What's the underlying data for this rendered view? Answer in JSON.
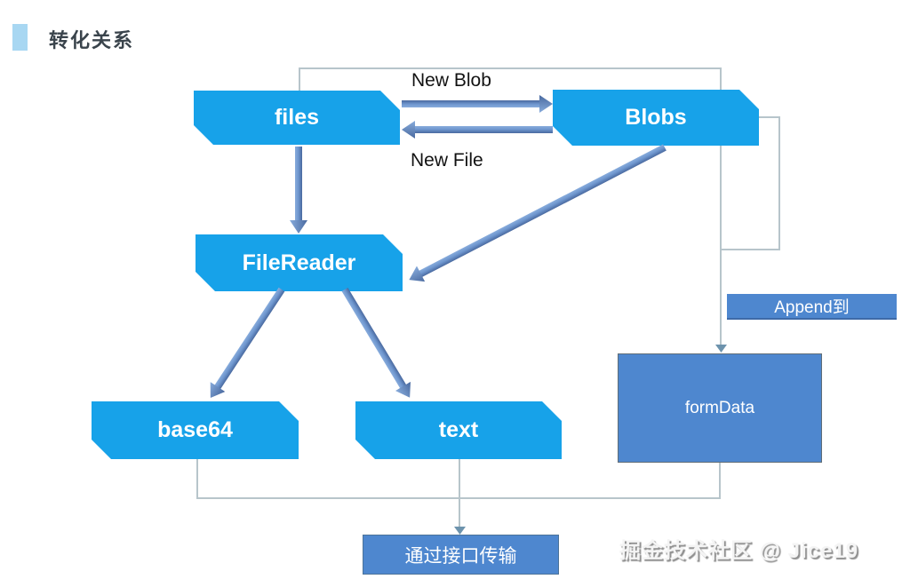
{
  "title": "转化关系",
  "nodes": {
    "files": {
      "label": "files"
    },
    "blobs": {
      "label": "Blobs"
    },
    "filereader": {
      "label": "FileReader"
    },
    "base64": {
      "label": "base64"
    },
    "text": {
      "label": "text"
    },
    "formdata": {
      "label": "formData"
    },
    "transfer": {
      "label": "通过接口传输"
    }
  },
  "edge_labels": {
    "new_blob": "New Blob",
    "new_file": "New File",
    "append_to": "Append到"
  },
  "edges": [
    {
      "from": "files",
      "to": "Blobs",
      "label": "New Blob",
      "style": "thick-arrow"
    },
    {
      "from": "Blobs",
      "to": "files",
      "label": "New File",
      "style": "thick-arrow"
    },
    {
      "from": "files",
      "to": "FileReader",
      "style": "thick-arrow"
    },
    {
      "from": "Blobs",
      "to": "FileReader",
      "style": "thick-arrow"
    },
    {
      "from": "FileReader",
      "to": "base64",
      "style": "thick-arrow"
    },
    {
      "from": "FileReader",
      "to": "text",
      "style": "thick-arrow"
    },
    {
      "from": "files",
      "to": "formData",
      "label": "Append到",
      "style": "thin-line"
    },
    {
      "from": "Blobs",
      "to": "formData",
      "label": "Append到",
      "style": "thin-line"
    },
    {
      "from": "base64",
      "to": "通过接口传输",
      "style": "thin-line"
    },
    {
      "from": "text",
      "to": "通过接口传输",
      "style": "thin-line"
    },
    {
      "from": "formData",
      "to": "通过接口传输",
      "style": "thin-line"
    }
  ],
  "watermark": "掘金技术社区 @ Jice19",
  "colors": {
    "node_fill": "#17a2e9",
    "accent_fill": "#4e87cf",
    "thick_arrow": "#5b87c7",
    "thin_connector": "#b7c5cb",
    "title_bar": "#a8d7f2",
    "title_text": "#3a444c",
    "background": "#ffffff"
  }
}
